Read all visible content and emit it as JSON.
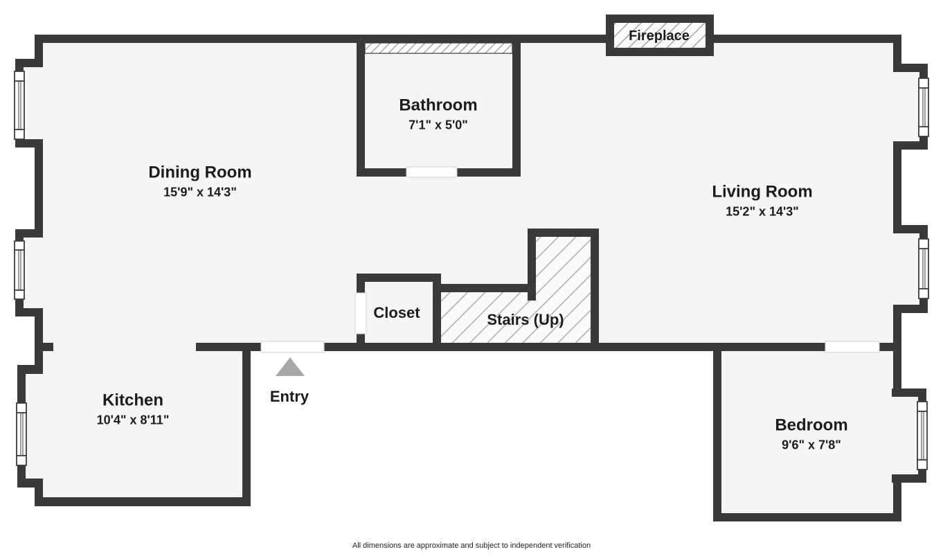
{
  "rooms": {
    "dining": {
      "name": "Dining Room",
      "dims": "15'9\" x 14'3\""
    },
    "bathroom": {
      "name": "Bathroom",
      "dims": "7'1\" x 5'0\""
    },
    "living": {
      "name": "Living Room",
      "dims": "15'2\" x 14'3\""
    },
    "kitchen": {
      "name": "Kitchen",
      "dims": "10'4\" x 8'11\""
    },
    "bedroom": {
      "name": "Bedroom",
      "dims": "9'6\" x 7'8\""
    },
    "closet": {
      "name": "Closet"
    },
    "stairs": {
      "name": "Stairs (Up)"
    },
    "entry": {
      "name": "Entry"
    },
    "fireplace": {
      "name": "Fireplace"
    }
  },
  "footer": {
    "disclaimer": "All dimensions are approximate and subject to independent verification"
  },
  "colors": {
    "wall": "#3a3a3a",
    "floor": "#f5f5f4",
    "outside": "#ffffff",
    "hatch_line": "#b0b0b0",
    "entry_marker": "#a8a8a8",
    "text": "#1c1c1c"
  }
}
